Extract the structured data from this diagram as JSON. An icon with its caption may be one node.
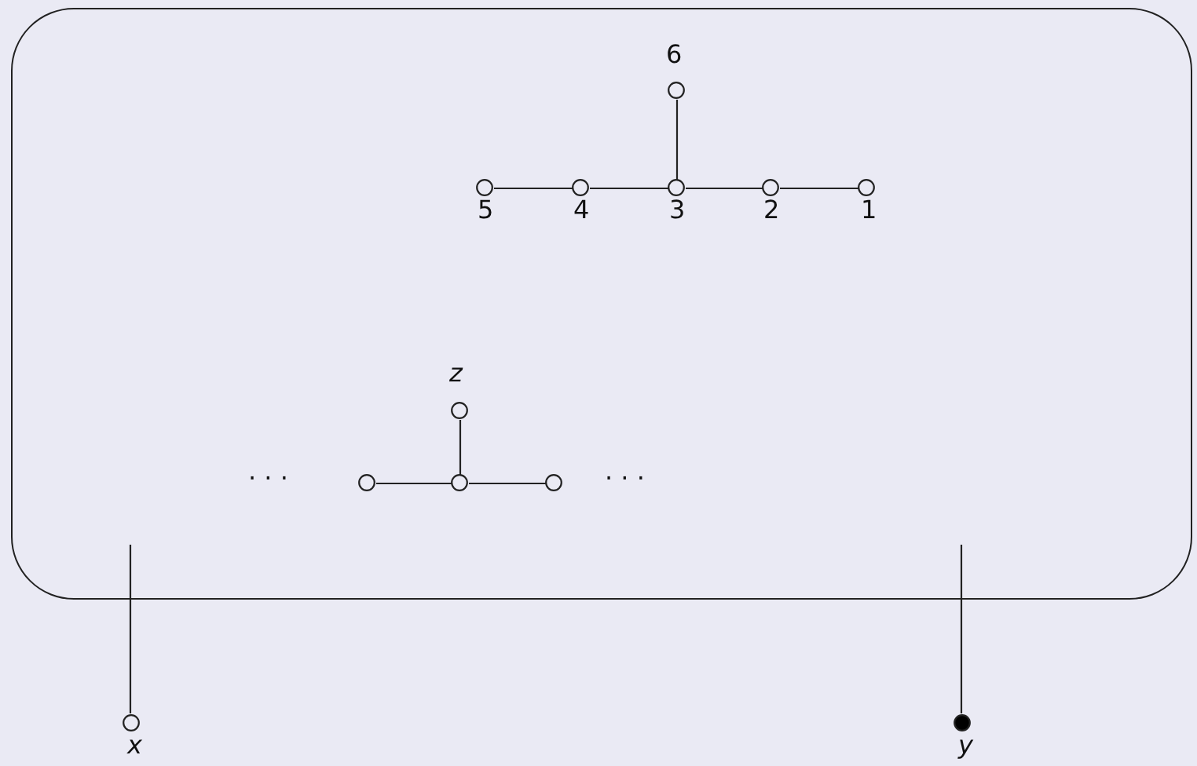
{
  "diagram": {
    "nodes": [
      {
        "text": [],
        "shape": "box"
      },
      {
        "text": [],
        "shape": "circle",
        "beside": [
          "6"
        ],
        "in": 0
      },
      {
        "text": [],
        "shape": "circle",
        "beside": [
          "5"
        ],
        "in": 0
      },
      {
        "text": [],
        "shape": "circle",
        "beside": [
          "4"
        ],
        "in": 0
      },
      {
        "text": [],
        "shape": "circle",
        "beside": [
          "3"
        ],
        "in": 0
      },
      {
        "text": [],
        "shape": "circle",
        "beside": [
          "2"
        ],
        "in": 0
      },
      {
        "text": [],
        "shape": "circle",
        "beside": [
          "1"
        ],
        "in": 0
      },
      {
        "text": [],
        "shape": "circle",
        "beside": [
          "z"
        ],
        "in": 0
      },
      {
        "text": [],
        "shape": "circle",
        "in": 0
      },
      {
        "text": [],
        "shape": "circle",
        "in": 0
      },
      {
        "text": [],
        "shape": "circle",
        "in": 0
      },
      {
        "text": [],
        "shape": "circle",
        "beside": [
          "x"
        ]
      },
      {
        "text": [],
        "shape": "dot",
        "beside": [
          "y"
        ]
      }
    ],
    "edges": [
      {
        "from": 2,
        "to": 3,
        "arrow": "none"
      },
      {
        "from": 3,
        "to": 4,
        "arrow": "none"
      },
      {
        "from": 4,
        "to": 5,
        "arrow": "none"
      },
      {
        "from": 5,
        "to": 6,
        "arrow": "none"
      },
      {
        "from": 1,
        "to": 4,
        "arrow": "none"
      },
      {
        "from": 7,
        "to": 9,
        "arrow": "none"
      },
      {
        "from": 8,
        "to": 9,
        "arrow": "none"
      },
      {
        "from": 9,
        "to": 10,
        "arrow": "none"
      },
      {
        "from": 11,
        "to": null,
        "arrow": "none"
      },
      {
        "from": 12,
        "to": null,
        "arrow": "none"
      }
    ],
    "labels": [
      "· · ·",
      "· · ·"
    ]
  }
}
